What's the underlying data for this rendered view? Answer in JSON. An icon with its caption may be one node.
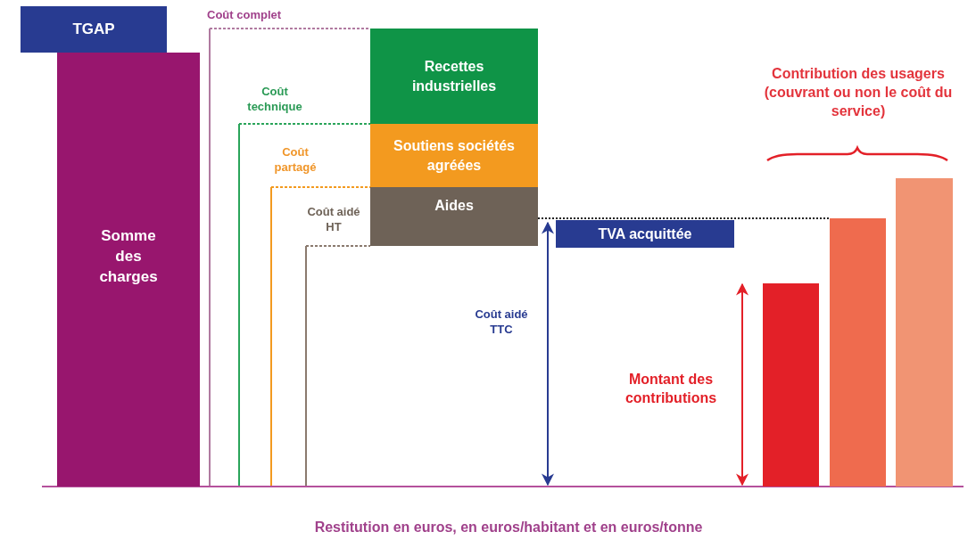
{
  "diagram": {
    "nodes": [
      {
        "text": [
          "TGAP"
        ]
      },
      {
        "text": [
          "Somme des charges"
        ]
      },
      {
        "text": [
          "Recettes industrielles"
        ]
      },
      {
        "text": [
          "Soutiens sociétés agréées"
        ]
      },
      {
        "text": [
          "Aides"
        ]
      },
      {
        "text": [
          "TVA acquittée"
        ]
      },
      {
        "text": [],
        "shape": "bar"
      },
      {
        "text": [],
        "shape": "bar"
      },
      {
        "text": [],
        "shape": "bar"
      }
    ],
    "edges": [
      {
        "from": 4,
        "to": 7,
        "arrow": "none",
        "style": "dashed"
      }
    ],
    "labels": [
      "Coût complet",
      "Coût technique",
      "Coût partagé",
      "Coût aidé HT",
      "Contribution des usagers (couvrant ou non le coût du service)",
      "Coût aidé TTC",
      "Montant des contributions",
      "Restitution en euros, en euros/habitant et en euros/tonne"
    ]
  }
}
